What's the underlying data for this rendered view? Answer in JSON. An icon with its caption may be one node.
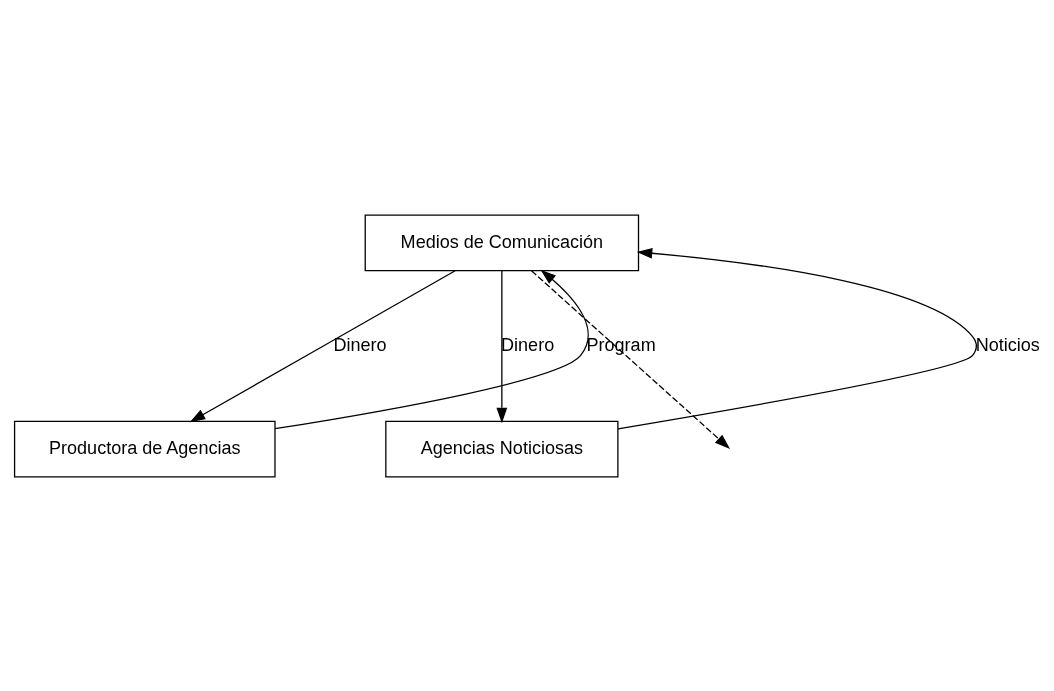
{
  "diagram": {
    "nodes": [
      {
        "text": [
          "Medios de Comunicación"
        ]
      },
      {
        "text": [
          "Productora de Agencias"
        ]
      },
      {
        "text": [
          "Agencias Noticiosas"
        ]
      }
    ],
    "edges": [
      {
        "from": 0,
        "to": null,
        "arrow": "to",
        "style": "dashed"
      },
      {
        "from": 1,
        "to": 0,
        "arrow": "to",
        "label": "Program"
      },
      {
        "from": 0,
        "to": 1,
        "arrow": "to",
        "label": "Dinero"
      },
      {
        "from": 2,
        "to": 0,
        "arrow": "to",
        "label": "Noticios"
      },
      {
        "from": 0,
        "to": 2,
        "arrow": "to",
        "label": "Dinero"
      }
    ]
  }
}
